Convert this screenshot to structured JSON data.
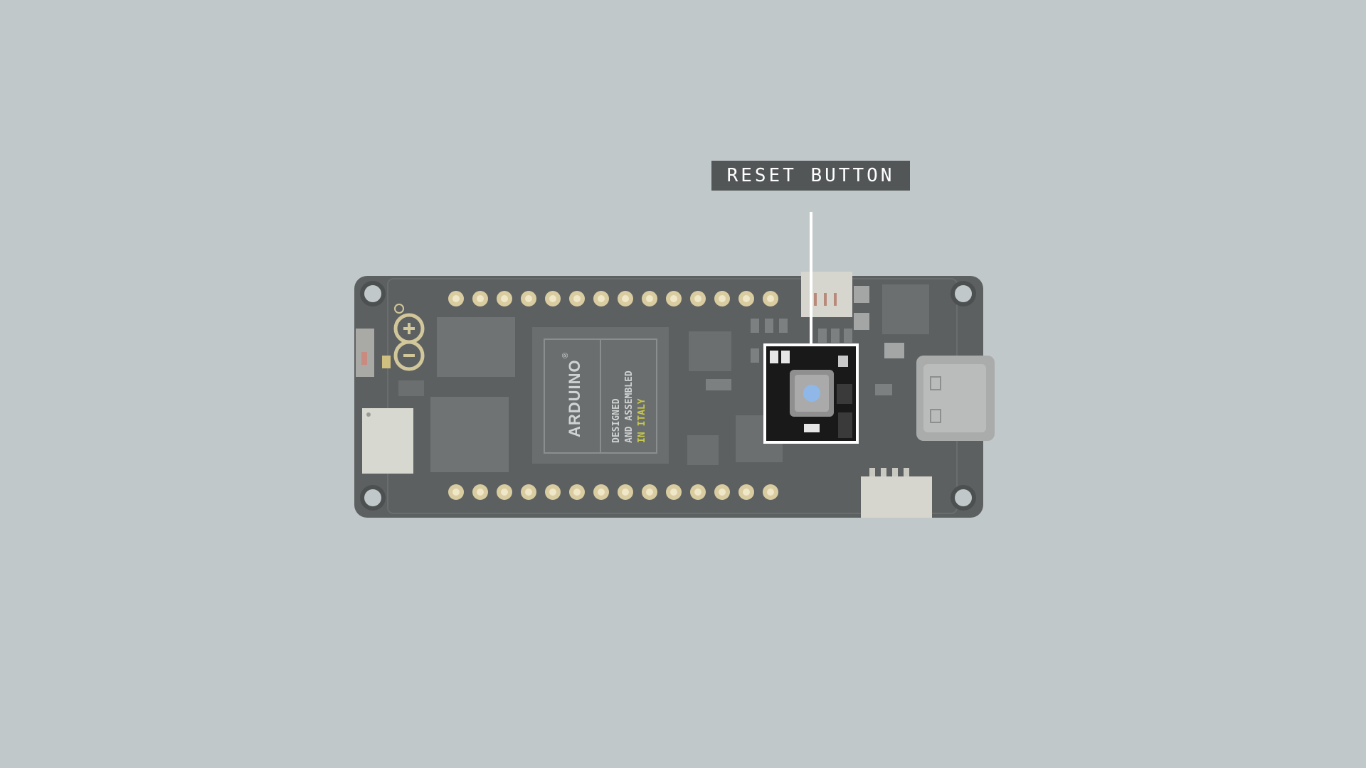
{
  "callout": {
    "label": "RESET BUTTON"
  },
  "board": {
    "logo_text": "ARDUINO",
    "registered_mark": "®",
    "tagline": [
      "DESIGNED",
      "AND ASSEMBLED"
    ],
    "tagline_highlight": "IN ITALY",
    "logo_plus": "+",
    "logo_minus": "−"
  },
  "colors": {
    "background": "#c1c8c9",
    "board": "#5d6061",
    "label_bg": "#535657",
    "highlight_frame": "#ffffff",
    "reset_button_cap": "#8fb8e8",
    "italy_accent": "#c9c94a",
    "pads": "#d9ccA0"
  },
  "icons": {
    "arduino_logo": "arduino-infinity-logo-icon",
    "usb": "usb-c-port-icon"
  }
}
